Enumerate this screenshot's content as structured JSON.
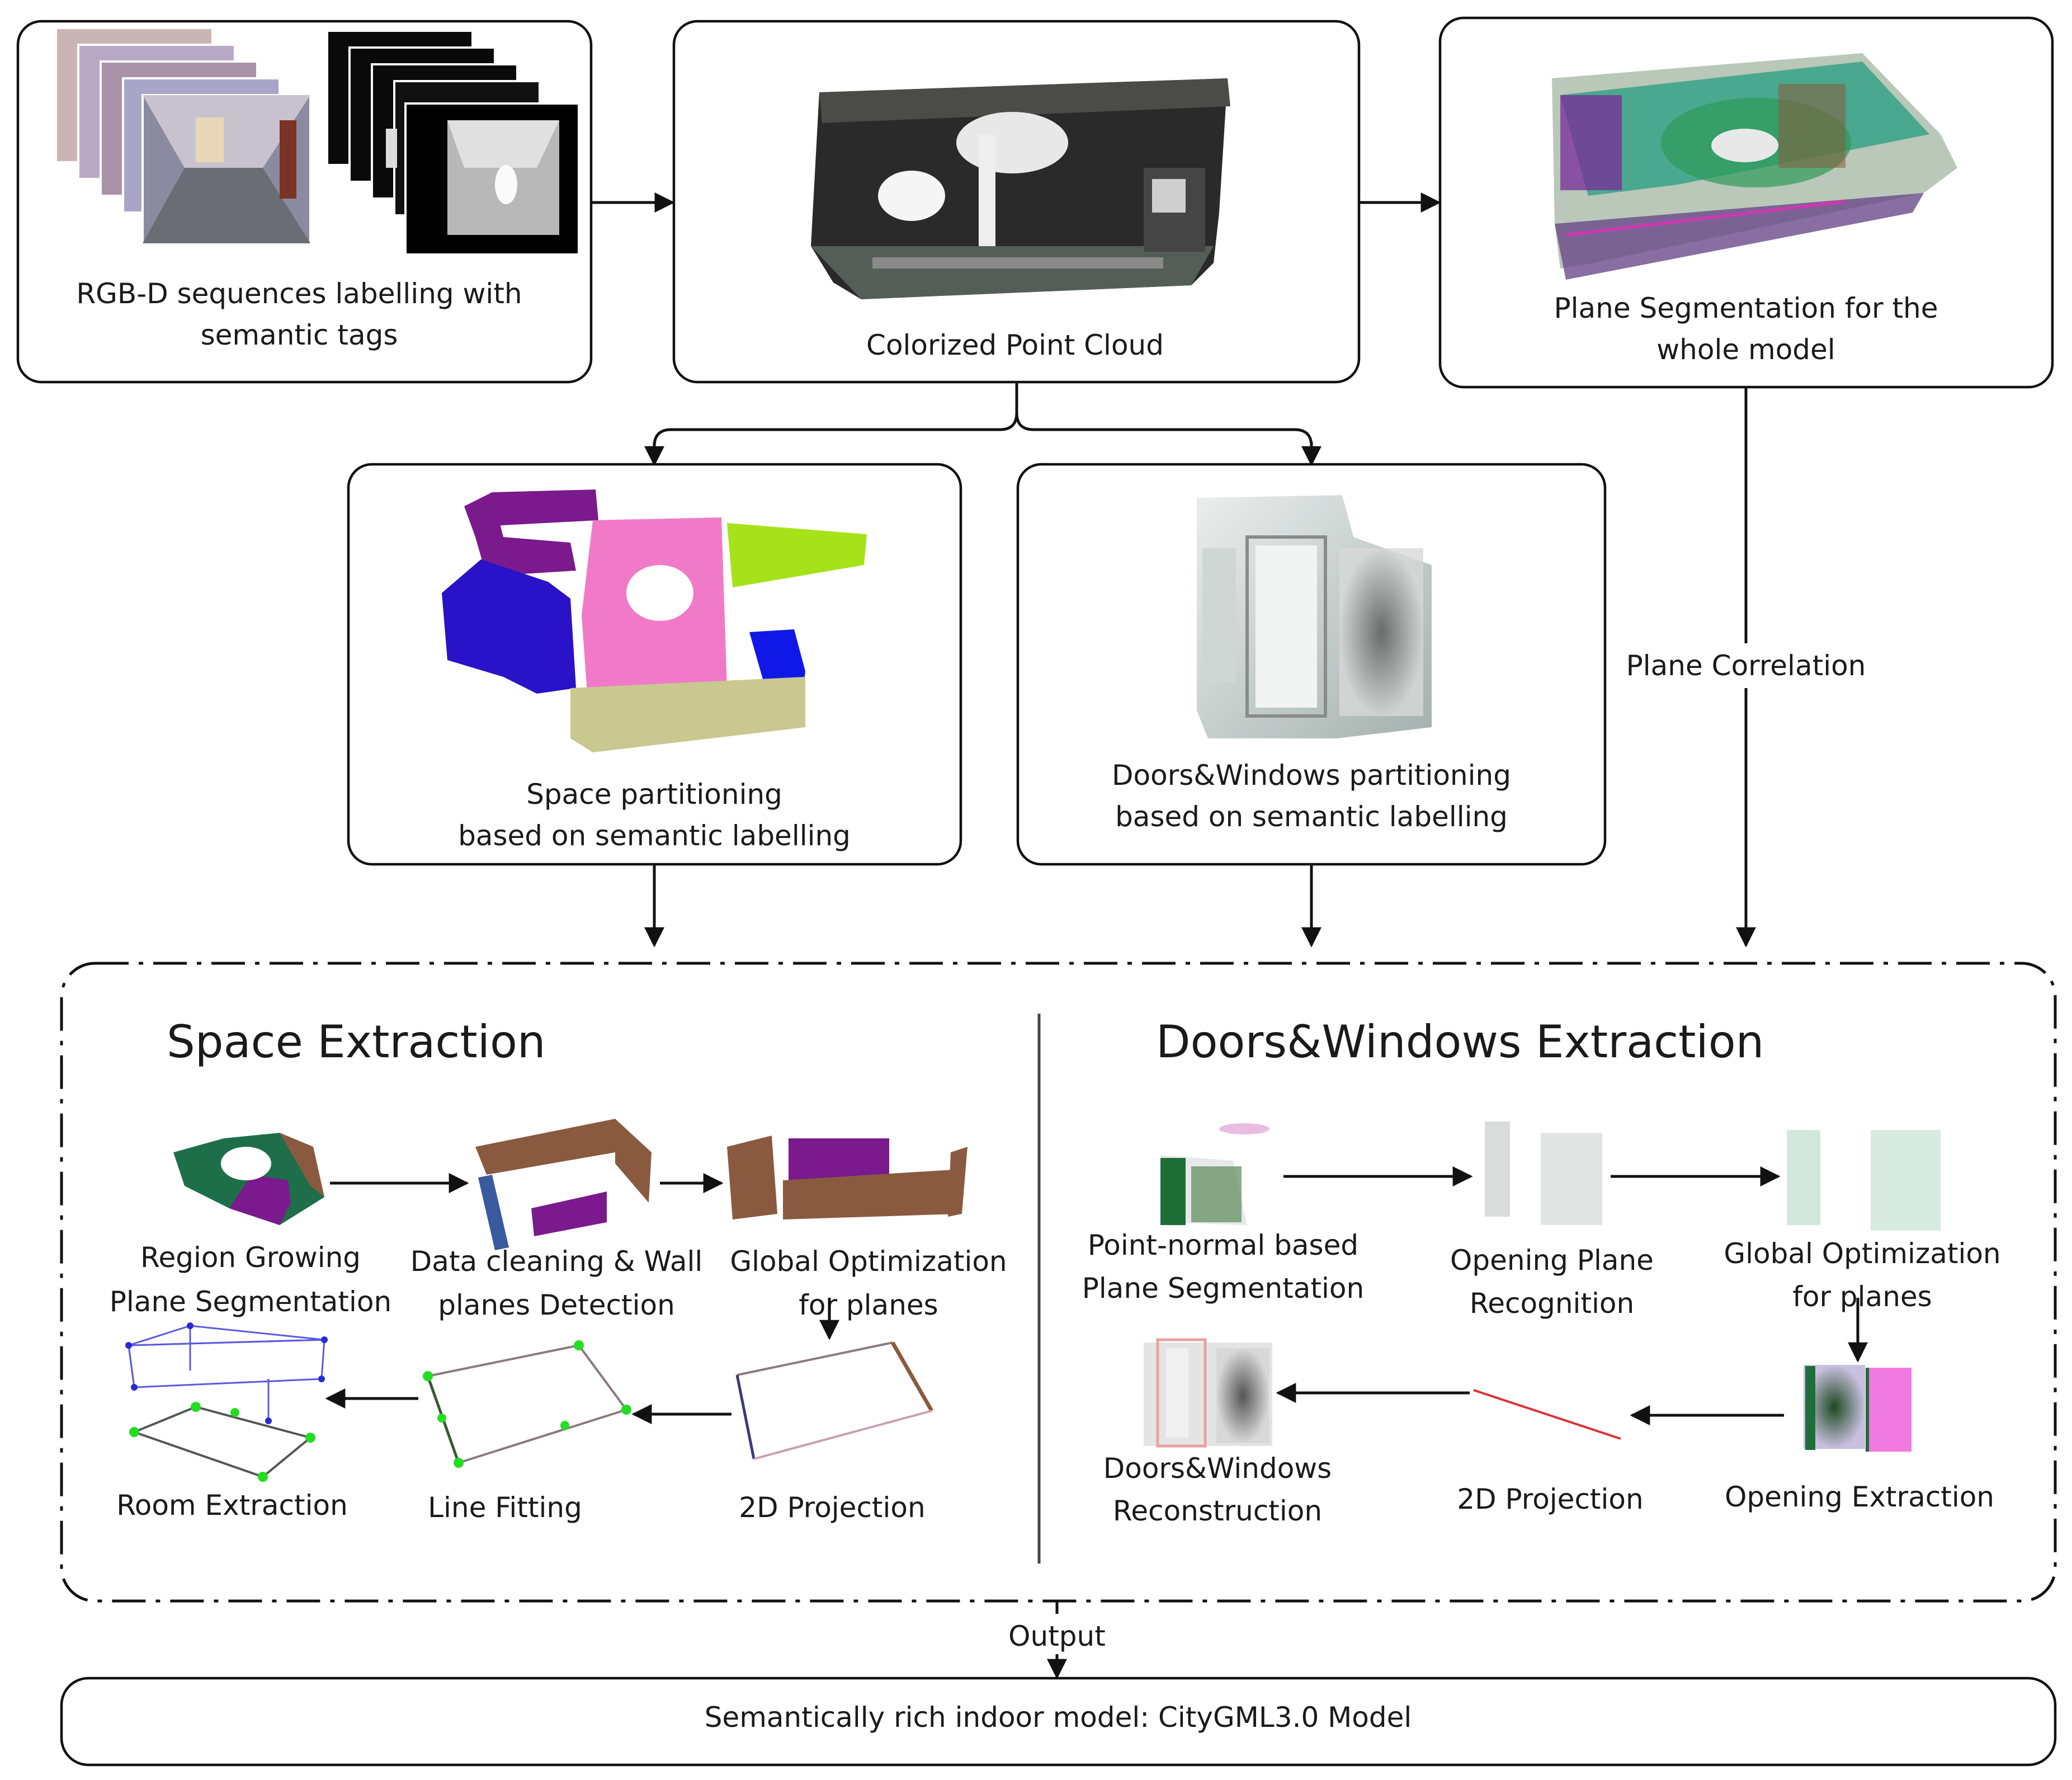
{
  "top": {
    "rgbd_label": [
      "RGB-D sequences labelling with",
      "semantic tags"
    ],
    "point_cloud_label": "Colorized Point Cloud",
    "plane_seg_label": [
      "Plane Segmentation for the",
      "whole model"
    ]
  },
  "middle": {
    "space_label": [
      "Space partitioning",
      "based on semantic labelling"
    ],
    "doors_label": [
      "Doors&Windows partitioning",
      "based on semantic labelling"
    ],
    "plane_correlation": "Plane Correlation"
  },
  "space_extraction": {
    "title": "Space Extraction",
    "steps": {
      "region_growing": [
        "Region Growing",
        "Plane Segmentation"
      ],
      "data_cleaning": [
        "Data cleaning & Wall",
        "planes Detection"
      ],
      "global_opt": [
        "Global Optimization",
        "for planes"
      ],
      "projection": "2D Projection",
      "line_fitting": "Line Fitting",
      "room": "Room Extraction"
    }
  },
  "doors_extraction": {
    "title": "Doors&Windows Extraction",
    "steps": {
      "point_normal": [
        "Point-normal based",
        "Plane Segmentation"
      ],
      "opening_plane": [
        "Opening Plane",
        "Recognition"
      ],
      "global_opt": [
        "Global Optimization",
        "for planes"
      ],
      "opening_extraction": "Opening Extraction",
      "projection": "2D Projection",
      "reconstruction": [
        "Doors&Windows",
        "Reconstruction"
      ]
    }
  },
  "output": {
    "label": "Output",
    "model": "Semantically rich indoor model: CityGML3.0 Model"
  },
  "colors": {
    "purple": "#7a1a8c",
    "blue": "#2a12c8",
    "pink": "#f07ac8",
    "lime": "#a6e21a",
    "khaki": "#c8c890",
    "brown": "#8a5a40",
    "teal": "#1e6e4a",
    "magenta": "#e040e0",
    "green_point": "#22dd22",
    "red_line": "#e03030"
  }
}
